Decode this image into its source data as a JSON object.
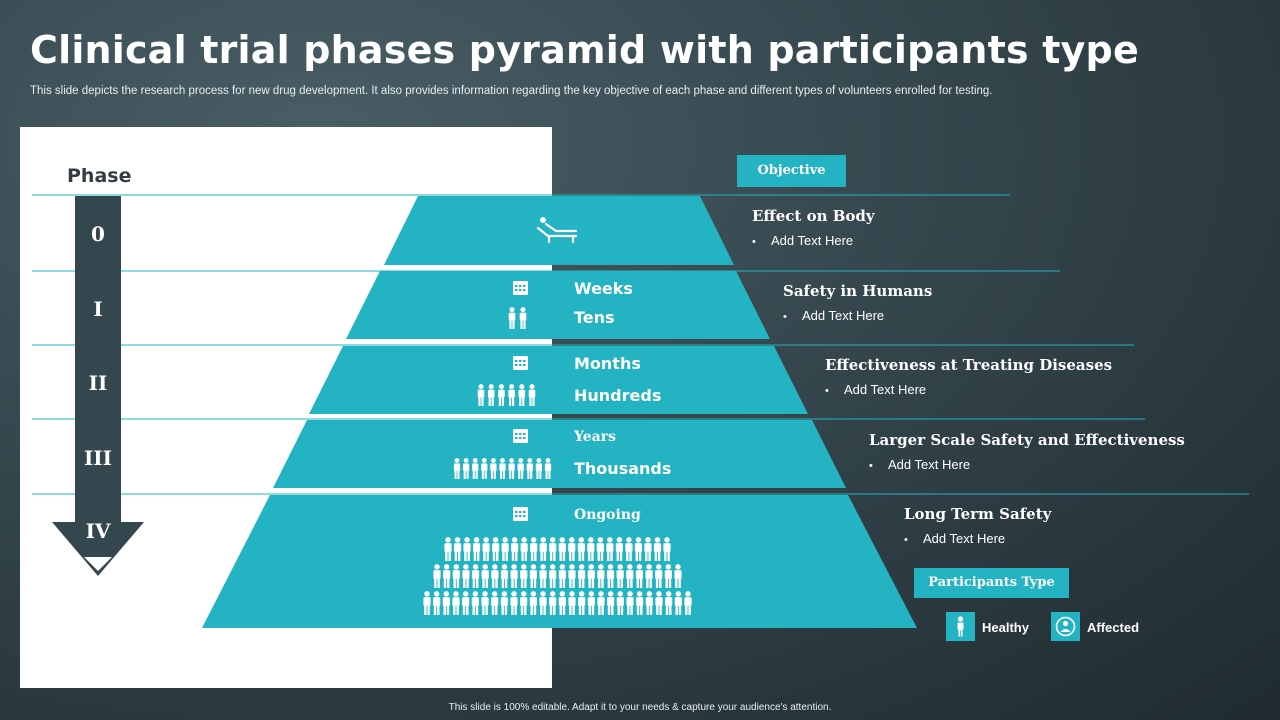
{
  "title": "Clinical trial phases pyramid with participants type",
  "subtitle": "This slide depicts the research process for new drug development. It also provides information regarding the key objective of each phase and different types of volunteers enrolled for testing.",
  "phase_header": "Phase",
  "phases": [
    {
      "roman": "0",
      "objective_title": "Effect on Body",
      "objective_text": "Add Text Here"
    },
    {
      "roman": "I",
      "duration": "Weeks",
      "participants": "Tens",
      "objective_title": "Safety in Humans",
      "objective_text": "Add Text Here"
    },
    {
      "roman": "II",
      "duration": "Months",
      "participants": "Hundreds",
      "objective_title": "Effectiveness at Treating Diseases",
      "objective_text": "Add Text Here"
    },
    {
      "roman": "III",
      "duration": "Years",
      "participants": "Thousands",
      "objective_title": "Larger Scale Safety and Effectiveness",
      "objective_text": "Add Text Here"
    },
    {
      "roman": "IV",
      "duration": "Ongoing",
      "objective_title": "Long Term Safety",
      "objective_text": "Add Text Here"
    }
  ],
  "objective_header": "Objective",
  "participants_type": {
    "header": "Participants Type",
    "healthy": "Healthy",
    "affected": "Affected"
  },
  "footer": "This slide is 100% editable.  Adapt it to your needs & capture your audience's attention.",
  "colors": {
    "accent": "#23b3c3",
    "arrow": "#35474e",
    "background": "#2c3b41",
    "panel": "#ffffff"
  },
  "icons": {
    "phase_0": "reclining-person-icon",
    "duration": "calendar-icon",
    "participants": "person-icon",
    "healthy": "standing-person-icon",
    "affected": "affected-person-icon"
  }
}
